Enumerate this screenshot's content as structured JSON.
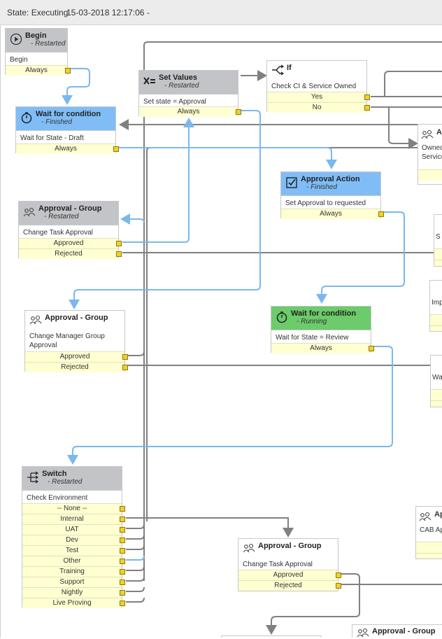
{
  "header": {
    "state": "State: Executing",
    "timestamp": "15-03-2018 12:17:06 -"
  },
  "nodes": {
    "begin": {
      "title": "Begin",
      "status": "- Restarted",
      "desc": "Begin",
      "outputs": [
        "Always"
      ]
    },
    "wait1": {
      "title": "Wait for condition",
      "status": "- Finished",
      "desc": "Wait for State - Draft",
      "outputs": [
        "Always"
      ]
    },
    "setvalues": {
      "title": "Set Values",
      "status": "- Restarted",
      "desc": "Set state = Approval",
      "outputs": [
        "Always"
      ]
    },
    "iff": {
      "title": "If",
      "desc": "Check CI & Service Owned By",
      "outputs": [
        "Yes",
        "No"
      ]
    },
    "approvalAction": {
      "title": "Approval Action",
      "status": "- Finished",
      "desc": "Set Approval to requested",
      "outputs": [
        "Always"
      ]
    },
    "approvalGroup1": {
      "title": "Approval - Group",
      "status": "- Restarted",
      "desc": "Change Task Approval",
      "outputs": [
        "Approved",
        "Rejected"
      ]
    },
    "approvalGroup2": {
      "title": "Approval - Group",
      "desc": "Change Manager Group Approval",
      "outputs": [
        "Approved",
        "Rejected"
      ]
    },
    "wait2": {
      "title": "Wait for condition",
      "status": "- Running",
      "desc": "Wait for State = Review",
      "outputs": [
        "Always"
      ]
    },
    "switch": {
      "title": "Switch",
      "status": "- Restarted",
      "desc": "Check Environment",
      "outputs": [
        "-- None --",
        "Internal",
        "UAT",
        "Dev",
        "Test",
        "Other",
        "Training",
        "Support",
        "Nightly",
        "Live Proving"
      ]
    },
    "approvalGroup3": {
      "title": "Approval - Group",
      "desc": "Change Task Approval",
      "outputs": [
        "Approved",
        "Rejected"
      ]
    },
    "approvalGroup4": {
      "title": "Approval - Group"
    }
  },
  "stubs": {
    "a": {
      "title": "A",
      "desc": "Owned\nService"
    },
    "b": {
      "desc": "S"
    },
    "c": {
      "desc": "Imp"
    },
    "d": {
      "desc": "Wa"
    },
    "e": {
      "title": "Ap",
      "desc": "CAB Ap"
    }
  },
  "colors": {
    "line_grey": "#808080",
    "line_blue": "#7ab8ee",
    "pin": "#f2d028",
    "output_bg": "#ffffd2"
  }
}
